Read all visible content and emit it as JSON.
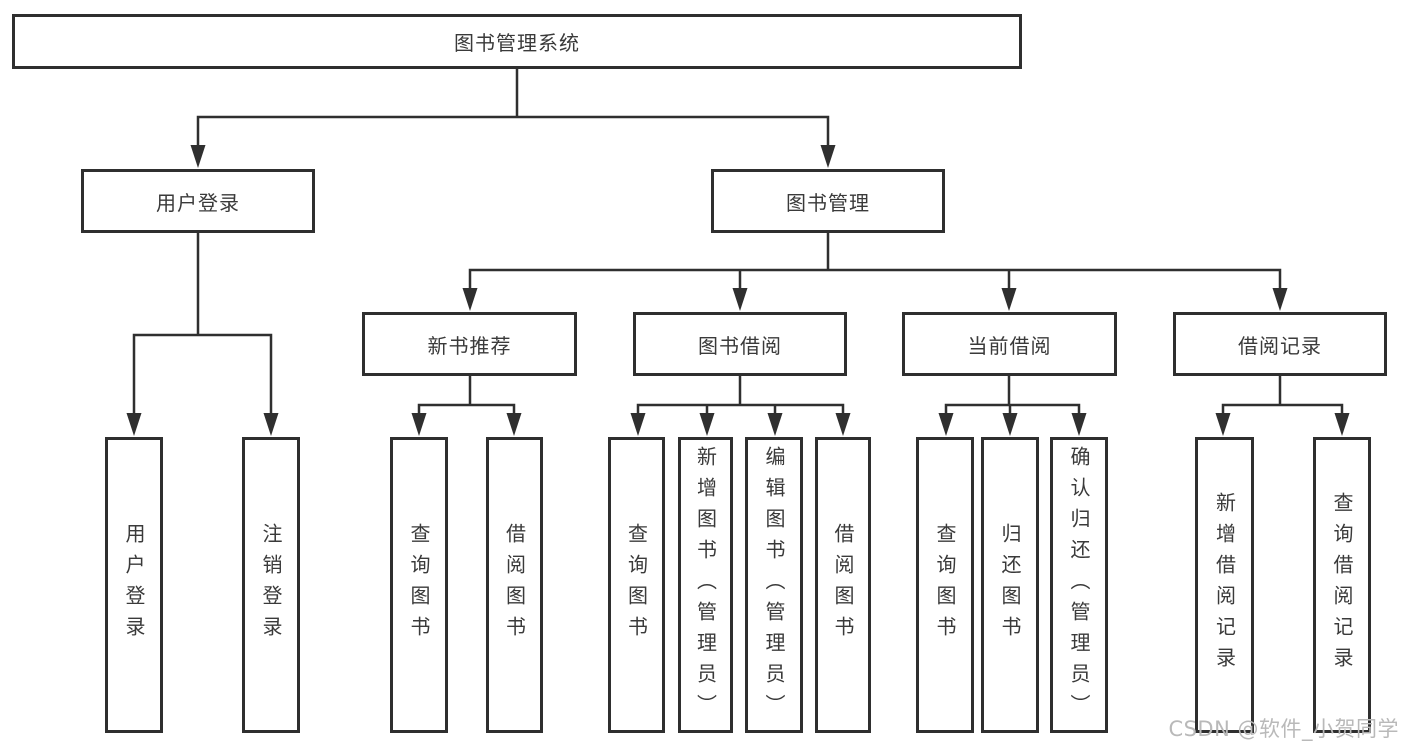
{
  "tree": {
    "root": "图书管理系统",
    "level2": [
      {
        "label": "用户登录",
        "children": [
          "用户登录",
          "注销登录"
        ]
      },
      {
        "label": "图书管理",
        "sections": [
          {
            "label": "新书推荐",
            "children": [
              "查询图书",
              "借阅图书"
            ]
          },
          {
            "label": "图书借阅",
            "children": [
              "查询图书",
              "新增图书（管理员）",
              "编辑图书（管理员）",
              "借阅图书"
            ]
          },
          {
            "label": "当前借阅",
            "children": [
              "查询图书",
              "归还图书",
              "确认归还（管理员）"
            ]
          },
          {
            "label": "借阅记录",
            "children": [
              "新增借阅记录",
              "查询借阅记录"
            ]
          }
        ]
      }
    ]
  },
  "watermark": {
    "text": "CSDN @软件_小贺同学"
  },
  "colors": {
    "line": "#2f2f2f",
    "box_border": "#2f2f2f",
    "text": "#3a3a3a",
    "watermark": "#b9b9b9",
    "background": "#ffffff"
  }
}
